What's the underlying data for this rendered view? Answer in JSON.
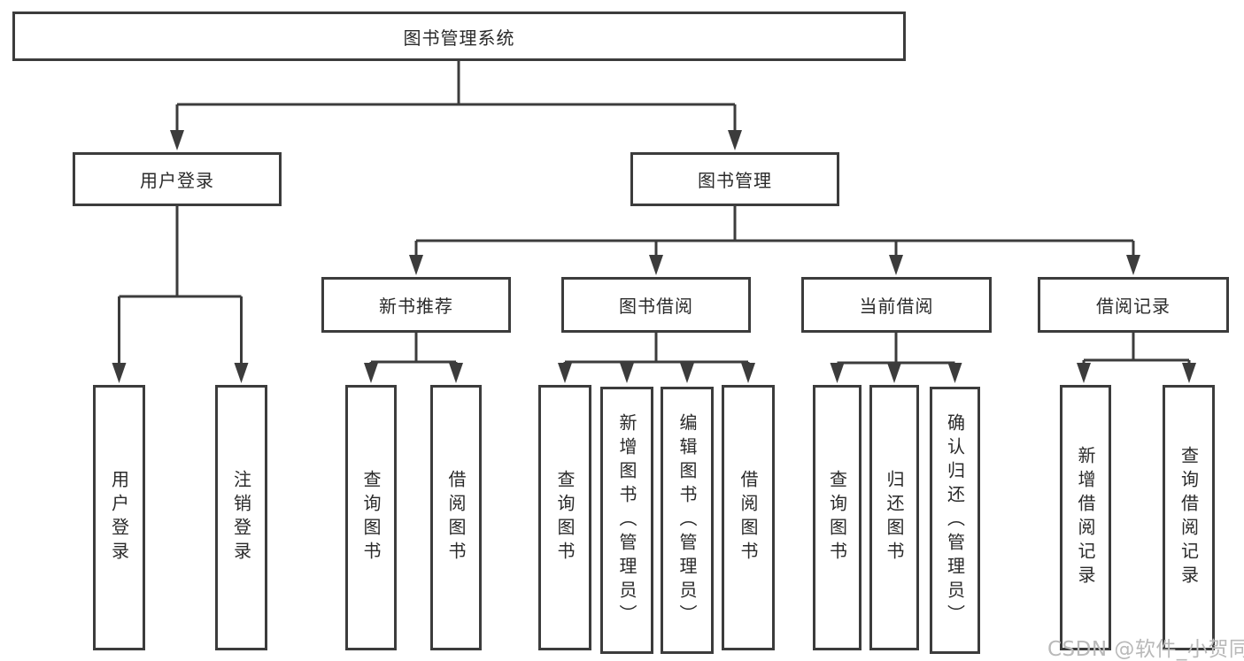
{
  "diagram": {
    "root": {
      "label": "图书管理系统"
    },
    "level2": [
      {
        "label": "用户登录"
      },
      {
        "label": "图书管理"
      }
    ],
    "level3": [
      {
        "label": "新书推荐"
      },
      {
        "label": "图书借阅"
      },
      {
        "label": "当前借阅"
      },
      {
        "label": "借阅记录"
      }
    ],
    "leaves": [
      {
        "label": "用户登录"
      },
      {
        "label": "注销登录"
      },
      {
        "label": "查询图书"
      },
      {
        "label": "借阅图书"
      },
      {
        "label": "查询图书"
      },
      {
        "label": "新增图书（管理员）"
      },
      {
        "label": "编辑图书（管理员）"
      },
      {
        "label": "借阅图书"
      },
      {
        "label": "查询图书"
      },
      {
        "label": "归还图书"
      },
      {
        "label": "确认归还（管理员）"
      },
      {
        "label": "新增借阅记录"
      },
      {
        "label": "查询借阅记录"
      }
    ],
    "watermark": "CSDN @软件_小贺同学",
    "colors": {
      "line": "#3c3c3c",
      "text": "#2a2a2a",
      "watermark": "#b9b9b9",
      "background": "#ffffff"
    }
  }
}
